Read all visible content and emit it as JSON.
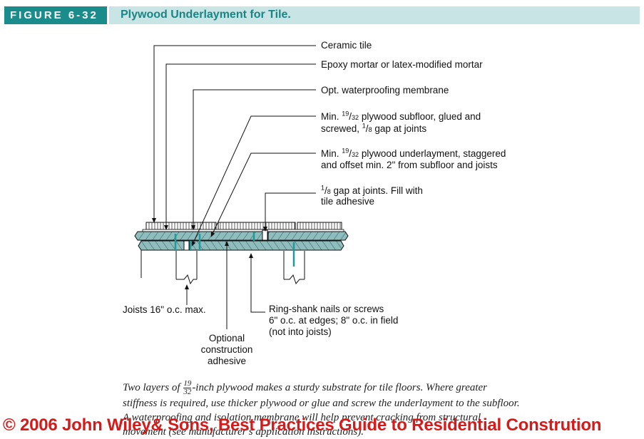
{
  "header": {
    "figure_label": "FIGURE 6-32",
    "title": "Plywood Underlayment for Tile."
  },
  "labels": {
    "ceramic_tile": "Ceramic tile",
    "mortar": "Epoxy mortar or latex-modified mortar",
    "membrane": "Opt. waterproofing membrane",
    "subfloor_pre": "Min. ",
    "subfloor_post": " plywood subfloor, glued and",
    "subfloor_line2_pre": "screwed, ",
    "subfloor_line2_post": " gap at joints",
    "underlay_pre": "Min. ",
    "underlay_post": " plywood underlayment, staggered",
    "underlay_line2": "and offset min. 2\" from subfloor and joists",
    "gap_line1_post": " gap at joints. Fill with",
    "gap_line2": "tile adhesive",
    "joists": "Joists 16\" o.c. max.",
    "nails_line1": "Ring-shank nails or screws",
    "nails_line2": "6\" o.c. at edges; 8\" o.c. in field",
    "nails_line3": "(not into joists)",
    "adhesive_line1": "Optional",
    "adhesive_line2": "construction",
    "adhesive_line3": "adhesive",
    "frac_19_32_num": "19",
    "frac_19_32_den": "32",
    "frac_1_8_num": "1",
    "frac_1_8_den": "8"
  },
  "caption": {
    "pre": "Two layers of ",
    "frac_num": "19",
    "frac_den": "32",
    "post": "-inch plywood makes a sturdy substrate for tile floors. Where greater stiffness is required, use thicker plywood or glue and screw the underlayment to the subfloor. A waterproofing and isolation membrane will help prevent cracking from structural movement (see manufacturer's application instructions)."
  },
  "watermark": "© 2006 John Wiley& Sons, Best Practices Guide to Residential Constrution",
  "colors": {
    "header_dark": "#1a8c8c",
    "header_light": "#c9e4e4",
    "plywood": "#8fbcbc",
    "fastener": "#1f9a9a",
    "watermark": "#d61a1a"
  }
}
